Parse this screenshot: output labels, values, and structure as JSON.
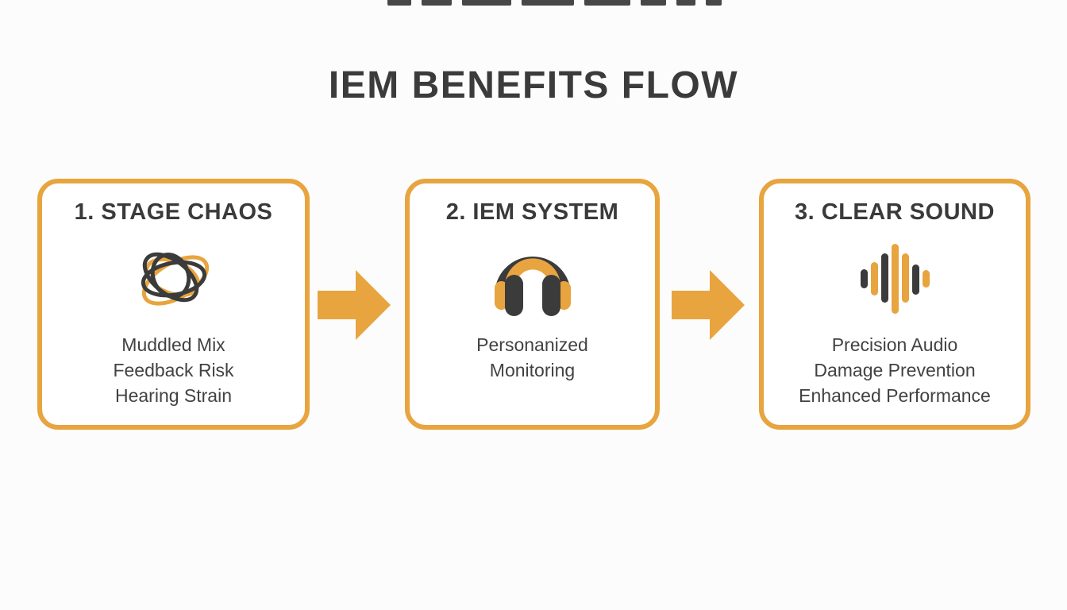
{
  "page": {
    "title": "IEM BENEFITS FLOW"
  },
  "steps": [
    {
      "heading": "1. STAGE CHAOS",
      "icon": "tangled-cables-icon",
      "lines": [
        "Muddled Mix",
        "Feedback Risk",
        "Hearing Strain"
      ]
    },
    {
      "heading": "2. IEM SYSTEM",
      "icon": "headphones-icon",
      "lines": [
        "Personanized",
        "Monitoring"
      ]
    },
    {
      "heading": "3. CLEAR SOUND",
      "icon": "audio-waveform-icon",
      "lines": [
        "Precision Audio",
        "Damage Prevention",
        "Enhanced Performance"
      ]
    }
  ],
  "colors": {
    "accent_orange": "#e8a43e",
    "dark_gray": "#3b3b3b",
    "card_background": "#ffffff",
    "page_background": "#fcfcfc"
  }
}
